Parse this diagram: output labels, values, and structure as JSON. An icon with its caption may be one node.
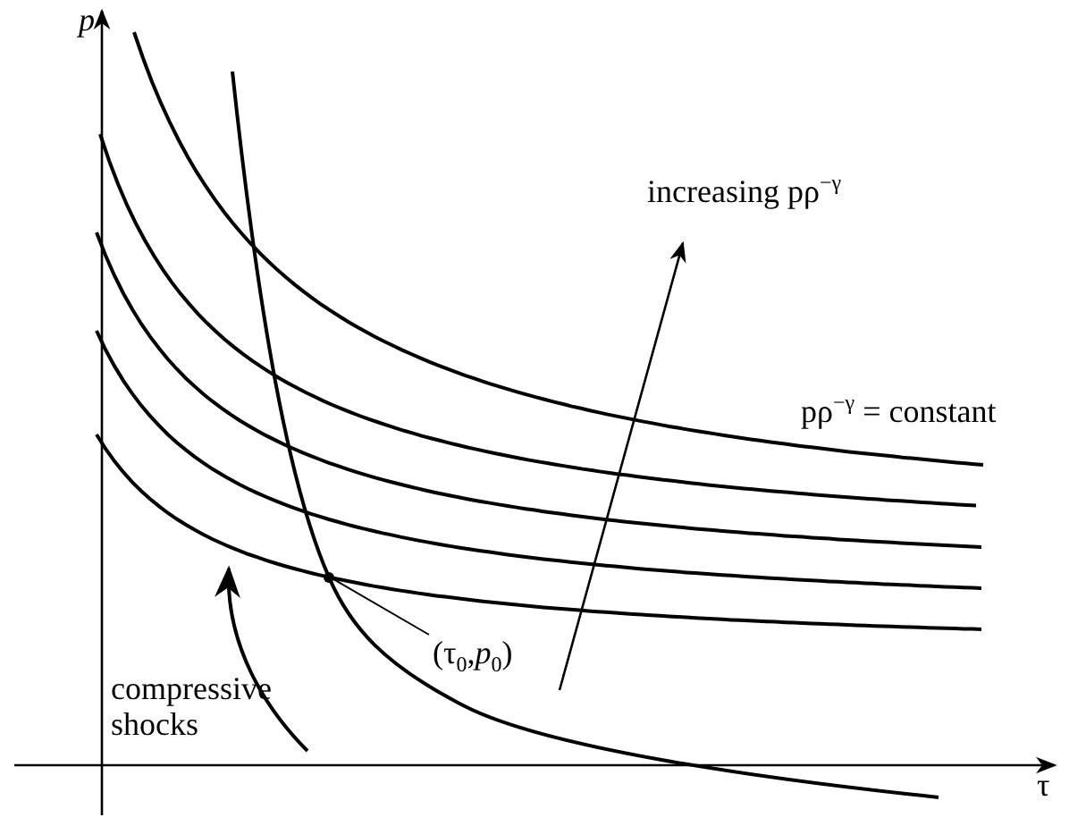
{
  "diagram": {
    "nodes": [
      {
        "text": [
          "(τ$_{0}$,*p*$_{0}$)"
        ]
      },
      {
        "text": [],
        "shape": "circle"
      }
    ],
    "edges": [
      {
        "from": 0,
        "to": 1,
        "arrow": "none"
      }
    ],
    "labels": [
      "p",
      "increasing pρ$^{−γ}$",
      "pρ$^{−γ}$ = constant",
      "compressive shocks",
      "τ"
    ]
  }
}
